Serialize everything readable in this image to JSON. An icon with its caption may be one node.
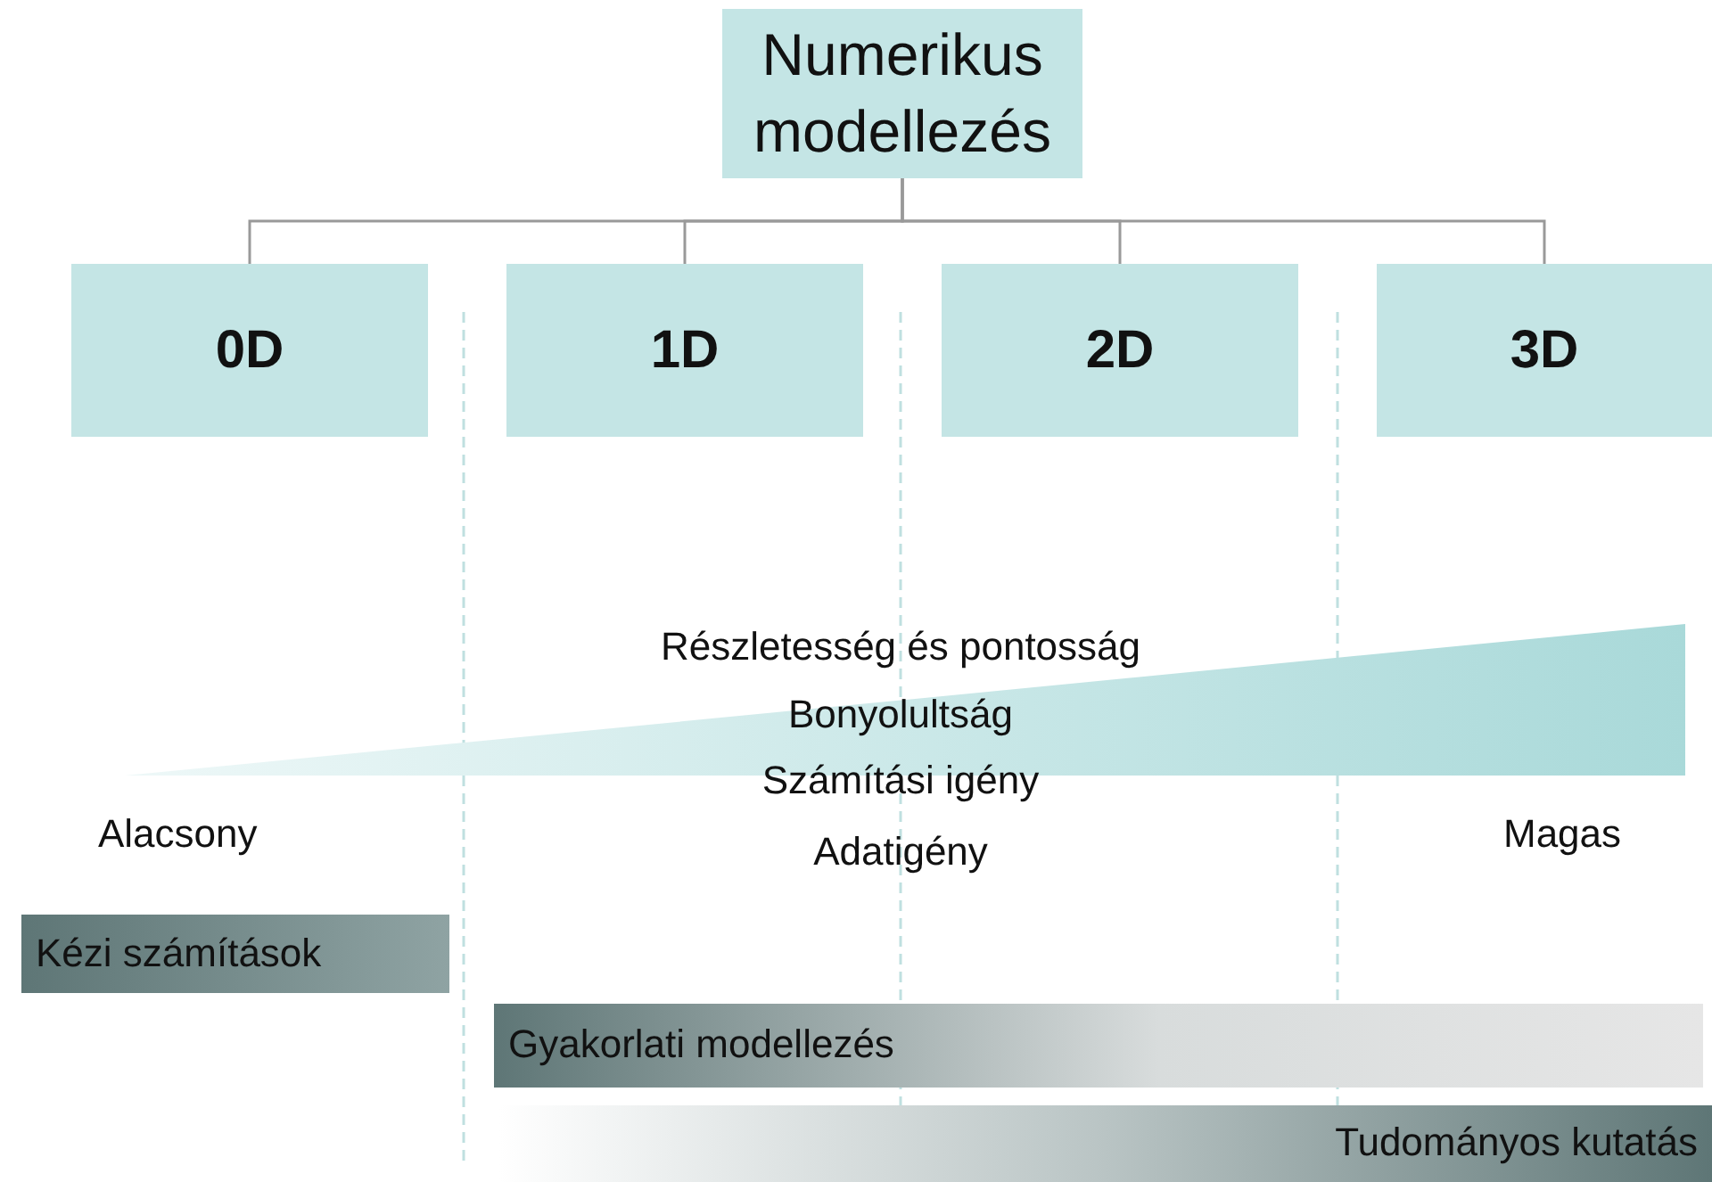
{
  "diagram": {
    "nodes": [
      {
        "text": [
          "Numerikus modellezés"
        ]
      },
      {
        "text": [
          "0D"
        ]
      },
      {
        "text": [
          "1D"
        ]
      },
      {
        "text": [
          "2D"
        ]
      },
      {
        "text": [
          "3D"
        ]
      },
      {
        "text": [
          "Kézi számítások"
        ]
      },
      {
        "text": [
          "Gyakorlati modellezés"
        ]
      },
      {
        "text": [
          "Tudományos kutatás"
        ]
      }
    ],
    "edges": [
      {
        "from": 0,
        "to": 1,
        "arrow": "none"
      },
      {
        "from": 0,
        "to": 2,
        "arrow": "none"
      },
      {
        "from": 0,
        "to": 3,
        "arrow": "none"
      },
      {
        "from": 0,
        "to": 4,
        "arrow": "none"
      }
    ],
    "labels": [
      "Részletesség és pontosság",
      "Bonyolultság",
      "Számítási igény",
      "Adatigény",
      "Alacsony",
      "Magas"
    ]
  }
}
